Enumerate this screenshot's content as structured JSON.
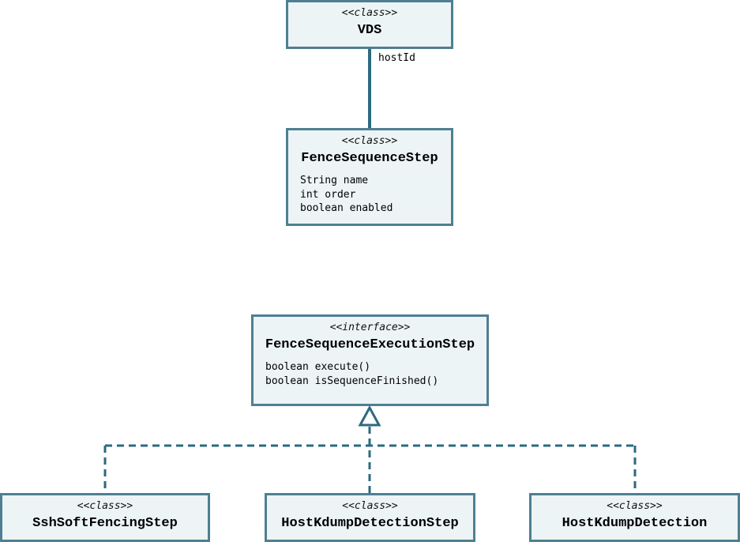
{
  "colors": {
    "border": "#4f7f93",
    "fill": "#ecf4f6",
    "edge": "#2c6a80"
  },
  "classes": {
    "vds": {
      "stereotype": "<<class>>",
      "name": "VDS"
    },
    "fence_sequence_step": {
      "stereotype": "<<class>>",
      "name": "FenceSequenceStep",
      "attributes": [
        "String name",
        "int order",
        "boolean enabled"
      ]
    },
    "fence_sequence_execution_step": {
      "stereotype": "<<interface>>",
      "name": "FenceSequenceExecutionStep",
      "methods": [
        "boolean execute()",
        "boolean isSequenceFinished()"
      ]
    },
    "ssh_soft_fencing_step": {
      "stereotype": "<<class>>",
      "name": "SshSoftFencingStep"
    },
    "host_kdump_detection_step": {
      "stereotype": "<<class>>",
      "name": "HostKdumpDetectionStep"
    },
    "host_kdump_detection": {
      "stereotype": "<<class>>",
      "name": "HostKdumpDetection"
    }
  },
  "edges": {
    "vds_to_step": {
      "label": "hostId",
      "kind": "association"
    },
    "realization": {
      "kind": "dashed-realization",
      "icon": "hollow-triangle-arrow"
    }
  }
}
